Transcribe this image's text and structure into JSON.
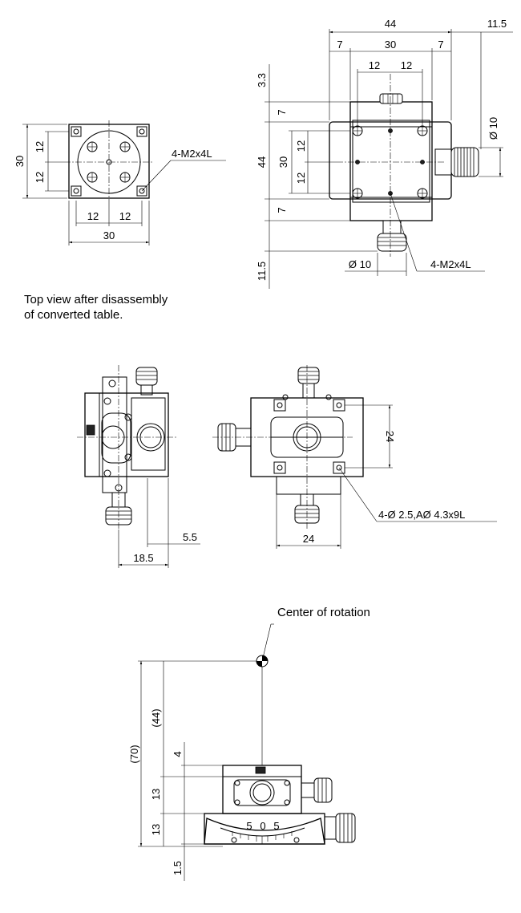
{
  "captions": {
    "top_view": [
      "Top view after disassembly",
      "of converted table."
    ],
    "center_of_rotation": "Center of rotation"
  },
  "view_top_left": {
    "dims": {
      "height": "30",
      "upper": "12",
      "lower": "12",
      "left": "12",
      "right": "12",
      "width": "30"
    },
    "callout": "4-M2x4L"
  },
  "view_top_right": {
    "dims": {
      "overall_width": "44",
      "left_margin": "7",
      "center": "30",
      "right_margin": "7",
      "half_left": "12",
      "half_right": "12",
      "knob_offset": "11.5",
      "top_offset": "3.3",
      "side_top": "7",
      "side_height": "44",
      "side_bottom": "7",
      "bottom_offset": "11.5",
      "inner_height": "30",
      "inner_upper": "12",
      "inner_lower": "12",
      "knob_dia_right": "Ø 10",
      "knob_dia_bottom": "Ø 10"
    },
    "callout": "4-M2x4L"
  },
  "view_middle_left": {
    "dims": {
      "offset": "5.5",
      "width": "18.5"
    }
  },
  "view_middle_right": {
    "dims": {
      "height": "24",
      "width": "24"
    },
    "callout": "4-Ø 2.5,AØ 4.3x9L"
  },
  "view_bottom": {
    "dims": {
      "total": "(70)",
      "upper": "(44)",
      "d1": "4",
      "d2": "13",
      "d3": "13",
      "d4": "1.5"
    },
    "scale_labels": [
      "5",
      "0",
      "5"
    ]
  }
}
